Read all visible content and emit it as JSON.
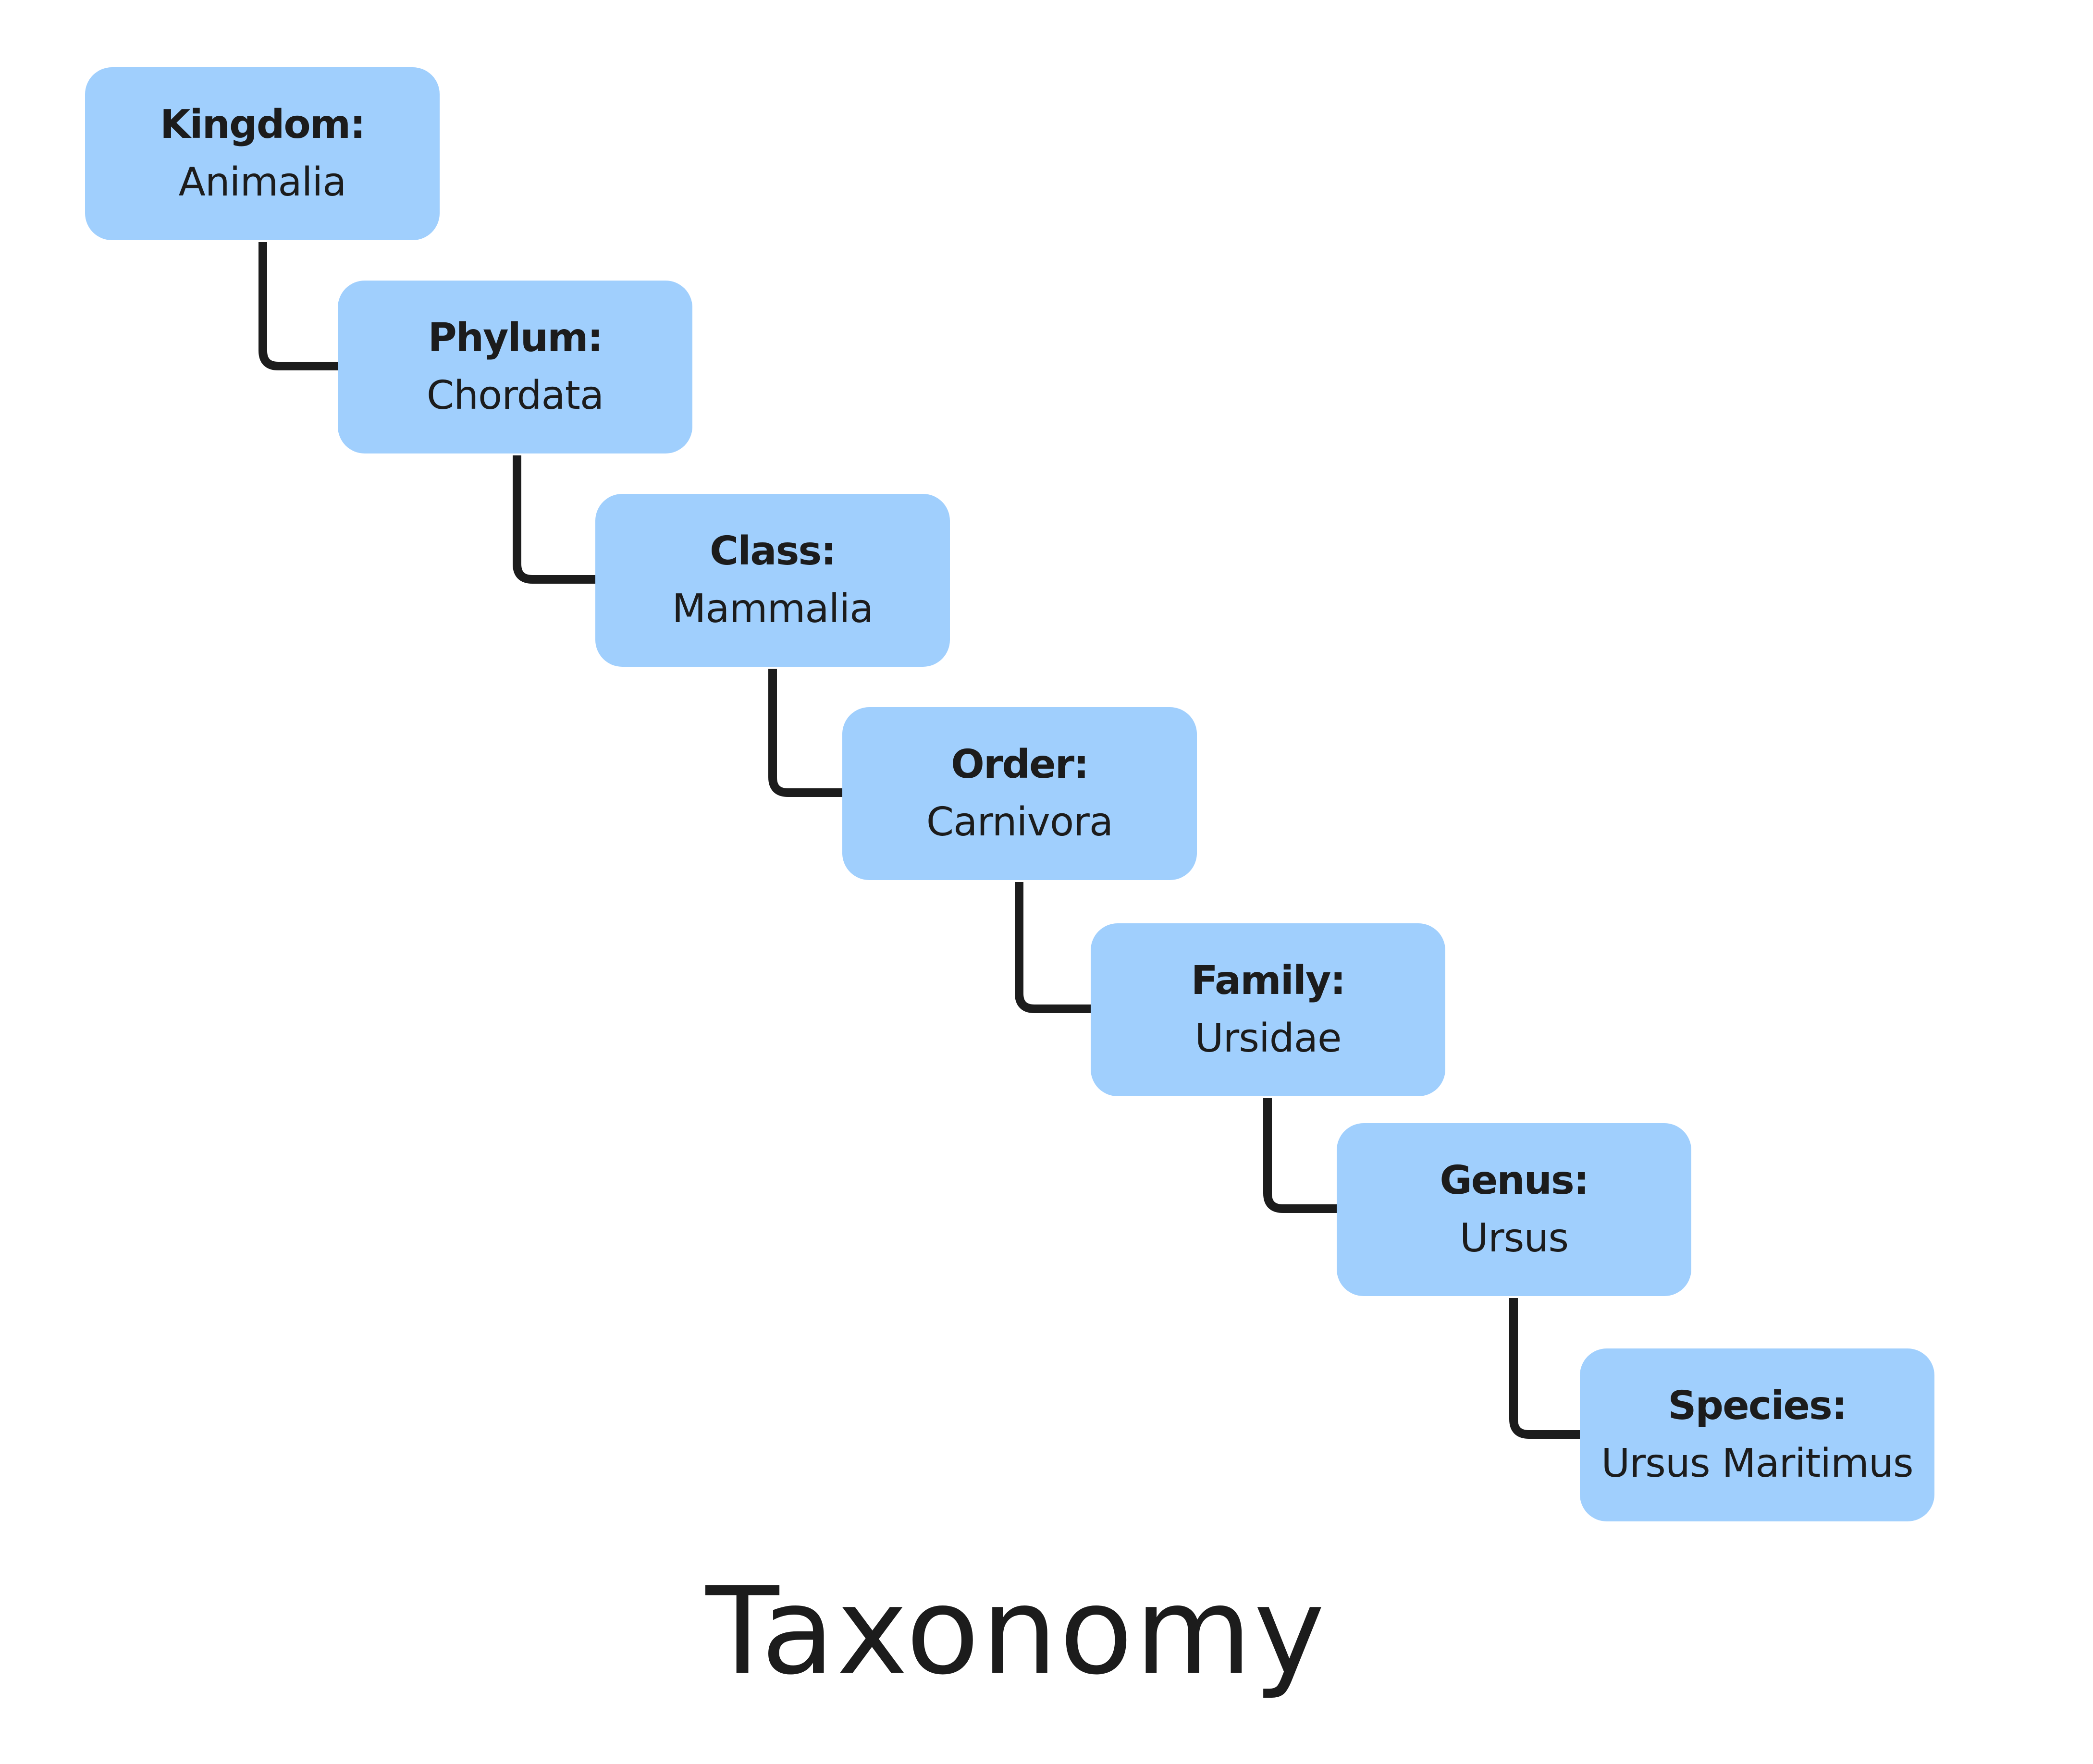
{
  "diagram": {
    "title": "Taxonomy",
    "box_color": "#a0cffd",
    "line_color": "#1c1c1c",
    "levels": [
      {
        "rank": "Kingdom:",
        "value": "Animalia"
      },
      {
        "rank": "Phylum:",
        "value": "Chordata"
      },
      {
        "rank": "Class:",
        "value": "Mammalia"
      },
      {
        "rank": "Order:",
        "value": "Carnivora"
      },
      {
        "rank": "Family:",
        "value": "Ursidae"
      },
      {
        "rank": "Genus:",
        "value": "Ursus"
      },
      {
        "rank": "Species:",
        "value": "Ursus Maritimus"
      }
    ]
  }
}
